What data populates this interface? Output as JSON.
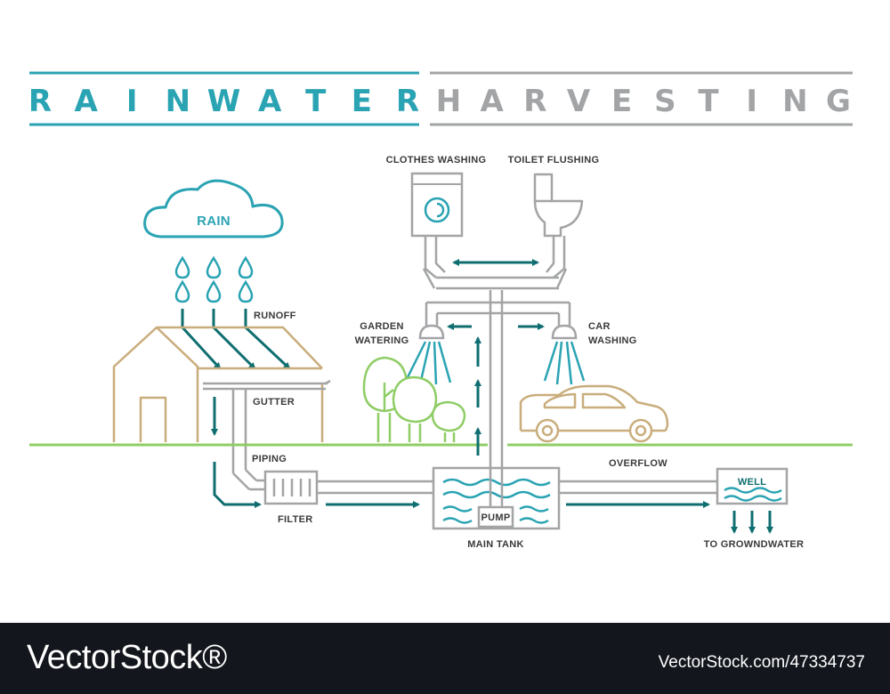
{
  "header": {
    "title_left": "RAINWATER",
    "title_right": "HARVESTING",
    "title_left_letters": [
      "R",
      "A",
      "I",
      "N",
      "W",
      "A",
      "T",
      "E",
      "R"
    ],
    "title_right_letters": [
      "H",
      "A",
      "R",
      "V",
      "E",
      "S",
      "T",
      "I",
      "N",
      "G"
    ]
  },
  "labels": {
    "rain": "RAIN",
    "runoff": "RUNOFF",
    "gutter": "GUTTER",
    "piping": "PIPING",
    "filter": "FILTER",
    "main_tank": "MAIN TANK",
    "pump": "PUMP",
    "overflow": "OVERFLOW",
    "well": "WELL",
    "to_groundwater": "TO GROWNDWATER",
    "clothes_washing": "CLOTHES WASHING",
    "toilet_flushing": "TOILET FLUSHING",
    "garden_line1": "GARDEN",
    "garden_line2": "WATERING",
    "car_line1": "CAR",
    "car_line2": "WASHING"
  },
  "footer": {
    "brand": "VectorStock®",
    "code": "VectorStock.com/47334737"
  },
  "colors": {
    "teal": "#2aa3b3",
    "dark_teal": "#0f6e70",
    "gray": "#a3a4a6",
    "tan": "#c9ad7c",
    "green": "#8fcd66",
    "footer_bg": "#13161d"
  }
}
